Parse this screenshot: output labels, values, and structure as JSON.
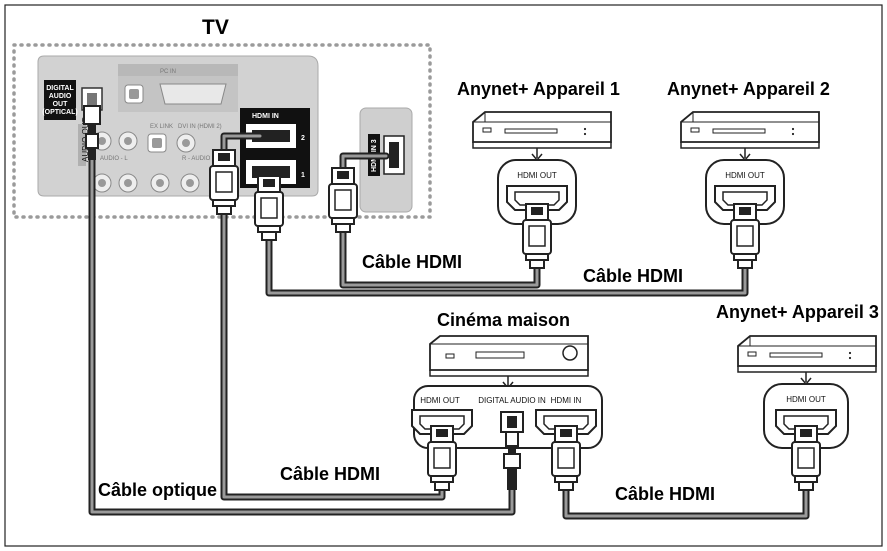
{
  "tv": {
    "label": "TV"
  },
  "tv_panel": {
    "pc_in": "PC IN",
    "digital_audio_out": [
      "DIGITAL",
      "AUDIO",
      "OUT",
      "(OPTICAL)"
    ],
    "hdmi_in": "HDMI IN",
    "hdmi_port_1": "1",
    "hdmi_port_2": "2",
    "hdmi_in_3": "HDMI IN 3",
    "audio_out": "AUDIO OUT",
    "ex_link": "EX LINK",
    "dvi_in": "DVI IN (HDMI 2)",
    "audio_l": "AUDIO - L",
    "audio_r": "R - AUDIO"
  },
  "devices": {
    "device1": {
      "label": "Anynet+ Appareil 1",
      "port": "HDMI OUT"
    },
    "device2": {
      "label": "Anynet+ Appareil 2",
      "port": "HDMI OUT"
    },
    "device3": {
      "label": "Anynet+ Appareil 3",
      "port": "HDMI OUT"
    },
    "home_theater": {
      "label": "Cinéma maison",
      "port_hdmi_out": "HDMI OUT",
      "port_digital_audio_in": "DIGITAL AUDIO IN",
      "port_hdmi_in": "HDMI IN"
    }
  },
  "cables": {
    "hdmi_1": "Câble HDMI",
    "hdmi_2": "Câble HDMI",
    "hdmi_3": "Câble HDMI",
    "hdmi_4": "Câble HDMI",
    "optical": "Câble optique"
  }
}
